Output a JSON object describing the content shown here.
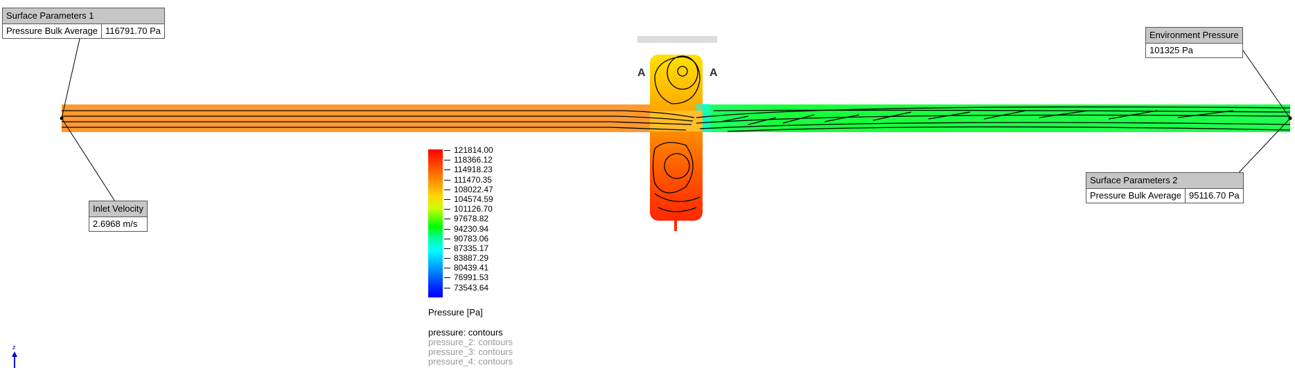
{
  "callouts": {
    "surface1": {
      "title": "Surface Parameters 1",
      "label": "Pressure Bulk Average",
      "value": "116791.70 Pa"
    },
    "inlet": {
      "title": "Inlet Velocity",
      "value": "2.6968 m/s"
    },
    "environment": {
      "title": "Environment Pressure",
      "value": "101325 Pa"
    },
    "surface2": {
      "title": "Surface Parameters 2",
      "label": "Pressure Bulk Average",
      "value": "95116.70 Pa"
    }
  },
  "legend": {
    "ticks": [
      "121814.00",
      "118366.12",
      "114918.23",
      "111470.35",
      "108022.47",
      "104574.59",
      "101126.70",
      "97678.82",
      "94230.94",
      "90783.06",
      "87335.17",
      "83887.29",
      "80439.41",
      "76991.53",
      "73543.64"
    ],
    "label": "Pressure [Pa]",
    "colors": {
      "max": "#ff0000",
      "mid": "#00ff00",
      "min": "#0000ff"
    }
  },
  "plots": {
    "active": "pressure: contours",
    "inactive": [
      "pressure_2: contours",
      "pressure_3: contours",
      "pressure_4: contours"
    ]
  },
  "axis": {
    "label": "z",
    "color": "#0000cc"
  },
  "section_labels": {
    "left": "A",
    "right": "A"
  }
}
